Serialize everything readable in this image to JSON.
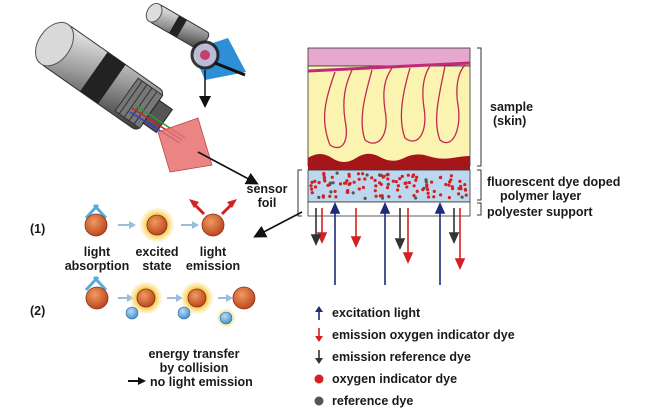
{
  "labels": {
    "sample": "sample",
    "skin": "(skin)",
    "fluor_1": "fluorescent dye doped",
    "fluor_2": "polymer layer",
    "polyester": "polyester support",
    "sensor_1": "sensor",
    "sensor_2": "foil",
    "step1": "(1)",
    "step2": "(2)",
    "light_absorption_1": "light",
    "light_absorption_2": "absorption",
    "excited_1": "excited",
    "excited_2": "state",
    "emission_1": "light",
    "emission_2": "emission",
    "energy_1": "energy transfer",
    "energy_2": "by collision",
    "energy_3": "no light emission"
  },
  "legend": [
    {
      "icon": "excitation-arrow-icon",
      "label": "excitation light",
      "color": "#1f2a7a"
    },
    {
      "icon": "emission-oxygen-arrow-icon",
      "label": "emission oxygen indicator dye",
      "color": "#d42020"
    },
    {
      "icon": "emission-reference-arrow-icon",
      "label": "emission reference dye",
      "color": "#333333"
    },
    {
      "icon": "oxygen-dot-icon",
      "label": "oxygen indicator dye",
      "color": "#d42020"
    },
    {
      "icon": "reference-dot-icon",
      "label": "reference dye",
      "color": "#555555"
    }
  ],
  "colors": {
    "skin_top": "#e7a8d0",
    "dermis": "#fbf3b0",
    "vessel": "#cc2255",
    "basal": "#a4161a",
    "foil": "#bcd7ee",
    "indicator": "#d42020",
    "excitation": "#1f2a7a",
    "molecule_core": "#d0562a",
    "glow": "#f6c430",
    "oxygen_blue": "#5aa9dd"
  }
}
